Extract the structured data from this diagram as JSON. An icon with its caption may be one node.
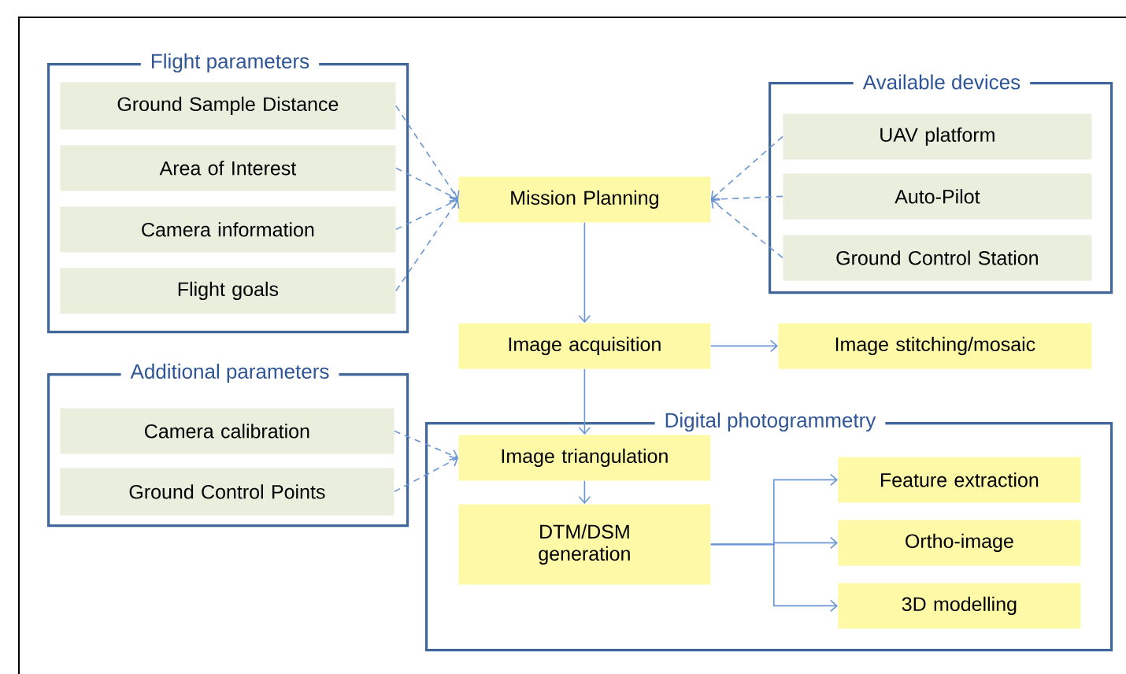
{
  "diagram": {
    "nodes": [
      {
        "text": [
          "Flight parameters"
        ]
      },
      {
        "text": [
          "Ground Sample Distance"
        ],
        "in": 0
      },
      {
        "text": [
          "Area of Interest"
        ],
        "in": 0
      },
      {
        "text": [
          "Camera information"
        ],
        "in": 0
      },
      {
        "text": [
          "Flight goals"
        ],
        "in": 0
      },
      {
        "text": [
          "Available devices"
        ]
      },
      {
        "text": [
          "UAV platform"
        ],
        "in": 5
      },
      {
        "text": [
          "Auto-Pilot"
        ],
        "in": 5
      },
      {
        "text": [
          "Ground Control Station"
        ],
        "in": 5
      },
      {
        "text": [
          "Mission Planning"
        ]
      },
      {
        "text": [
          "Image acquisition"
        ]
      },
      {
        "text": [
          "Image stitching/mosaic"
        ]
      },
      {
        "text": [
          "Additional  parameters"
        ]
      },
      {
        "text": [
          "Camera calibration"
        ],
        "in": 12
      },
      {
        "text": [
          "Ground Control Points"
        ],
        "in": 12
      },
      {
        "text": [
          "Digital photogrammetry"
        ]
      },
      {
        "text": [
          "Image triangulation"
        ],
        "in": 15
      },
      {
        "text": [
          "DTM/DSM generation"
        ],
        "in": 15
      },
      {
        "text": [
          "Feature extraction"
        ],
        "in": 15
      },
      {
        "text": [
          "Ortho-image"
        ],
        "in": 15
      },
      {
        "text": [
          "3D modelling"
        ],
        "in": 15
      }
    ],
    "edges": [
      {
        "from": 1,
        "to": 9,
        "arrow": "to",
        "style": "dashed"
      },
      {
        "from": 2,
        "to": 9,
        "arrow": "to",
        "style": "dashed"
      },
      {
        "from": 3,
        "to": 9,
        "arrow": "to",
        "style": "dashed"
      },
      {
        "from": 4,
        "to": 9,
        "arrow": "to",
        "style": "dashed"
      },
      {
        "from": 6,
        "to": 9,
        "arrow": "to",
        "style": "dashed"
      },
      {
        "from": 7,
        "to": 9,
        "arrow": "to",
        "style": "dashed"
      },
      {
        "from": 8,
        "to": 9,
        "arrow": "to",
        "style": "dashed"
      },
      {
        "from": 9,
        "to": 10,
        "arrow": "to"
      },
      {
        "from": 10,
        "to": 11,
        "arrow": "to"
      },
      {
        "from": 10,
        "to": 16,
        "arrow": "to"
      },
      {
        "from": 13,
        "to": 16,
        "arrow": "to",
        "style": "dashed"
      },
      {
        "from": 14,
        "to": 16,
        "arrow": "to",
        "style": "dashed"
      },
      {
        "from": 16,
        "to": 17,
        "arrow": "to"
      },
      {
        "from": 17,
        "to": 18,
        "arrow": "to"
      },
      {
        "from": 17,
        "to": 19,
        "arrow": "to"
      },
      {
        "from": 17,
        "to": 20,
        "arrow": "to"
      }
    ]
  }
}
